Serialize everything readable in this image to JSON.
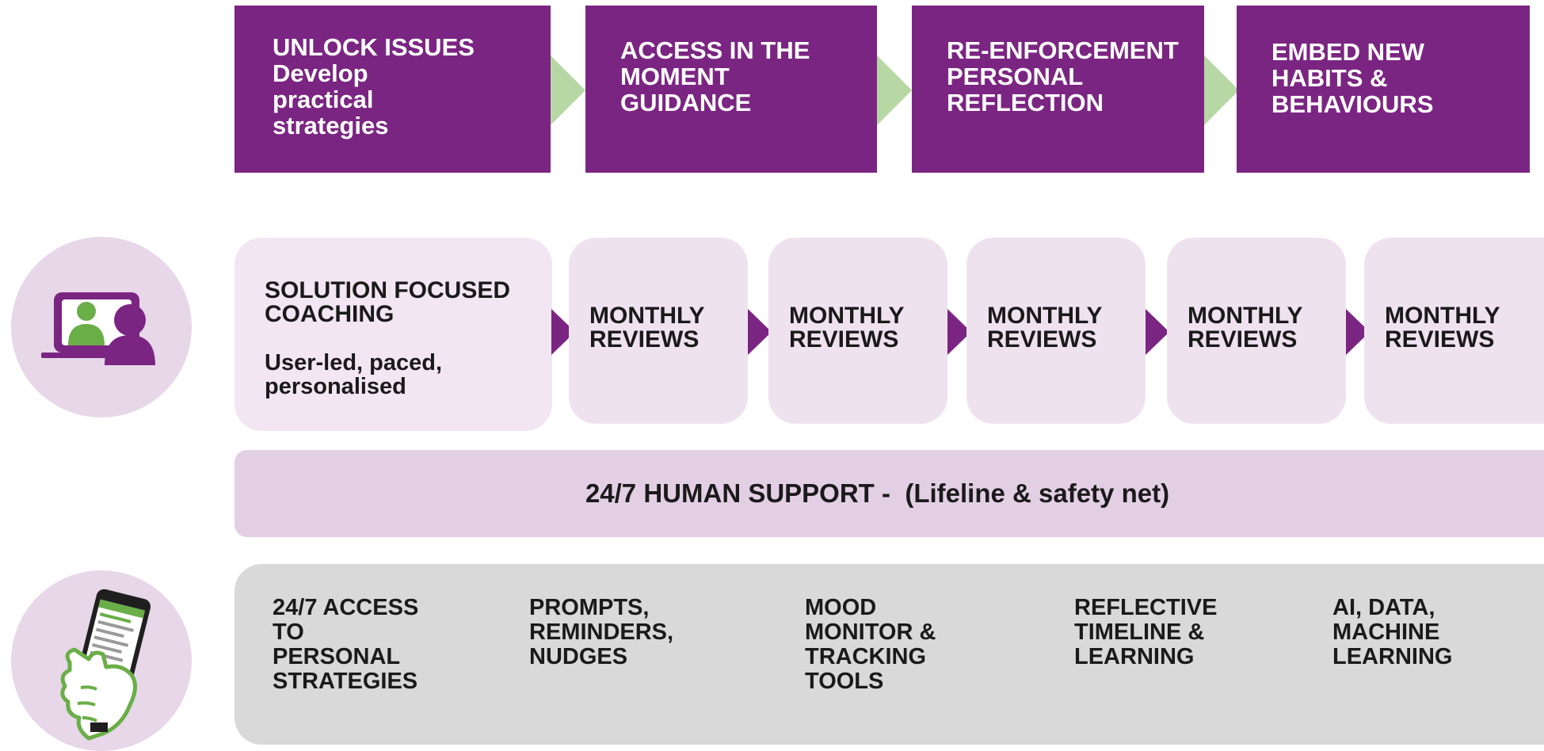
{
  "stages": [
    {
      "lines": [
        "UNLOCK ISSUES",
        "Develop",
        "practical",
        "strategies"
      ]
    },
    {
      "lines": [
        "ACCESS IN THE",
        "MOMENT",
        "GUIDANCE"
      ]
    },
    {
      "lines": [
        "RE-ENFORCEMENT",
        "PERSONAL",
        "REFLECTION"
      ]
    },
    {
      "lines": [
        "EMBED NEW",
        "HABITS &",
        "BEHAVIOURS"
      ]
    }
  ],
  "coaching": {
    "icon": "video-call-icon",
    "title_lines": [
      "SOLUTION FOCUSED",
      "COACHING"
    ],
    "subtitle_lines": [
      "User-led, paced,",
      "personalised"
    ],
    "reviews": [
      {
        "lines": [
          "MONTHLY",
          "REVIEWS"
        ]
      },
      {
        "lines": [
          "MONTHLY",
          "REVIEWS"
        ]
      },
      {
        "lines": [
          "MONTHLY",
          "REVIEWS"
        ]
      },
      {
        "lines": [
          "MONTHLY",
          "REVIEWS"
        ]
      },
      {
        "lines": [
          "MONTHLY",
          "REVIEWS"
        ]
      }
    ]
  },
  "support": {
    "label": "24/7 HUMAN SUPPORT -  (Lifeline & safety net)"
  },
  "digital": {
    "icon": "phone-in-hand-icon",
    "features": [
      {
        "lines": [
          "24/7 ACCESS",
          "TO",
          "PERSONAL",
          "STRATEGIES"
        ]
      },
      {
        "lines": [
          "PROMPTS,",
          "REMINDERS,",
          "NUDGES"
        ]
      },
      {
        "lines": [
          "MOOD",
          "MONITOR &",
          "TRACKING",
          "TOOLS"
        ]
      },
      {
        "lines": [
          "REFLECTIVE",
          "TIMELINE &",
          "LEARNING"
        ]
      },
      {
        "lines": [
          "AI, DATA,",
          "MACHINE",
          "LEARNING"
        ]
      }
    ]
  },
  "colors": {
    "stage_purple": "#7b2582",
    "arrow_green": "#b7d7a4",
    "coaching_pane": "#f2e6f2",
    "support_bar": "#e3cfe4",
    "digital_panel": "#d9d9d9",
    "icon_green": "#6aae47"
  }
}
